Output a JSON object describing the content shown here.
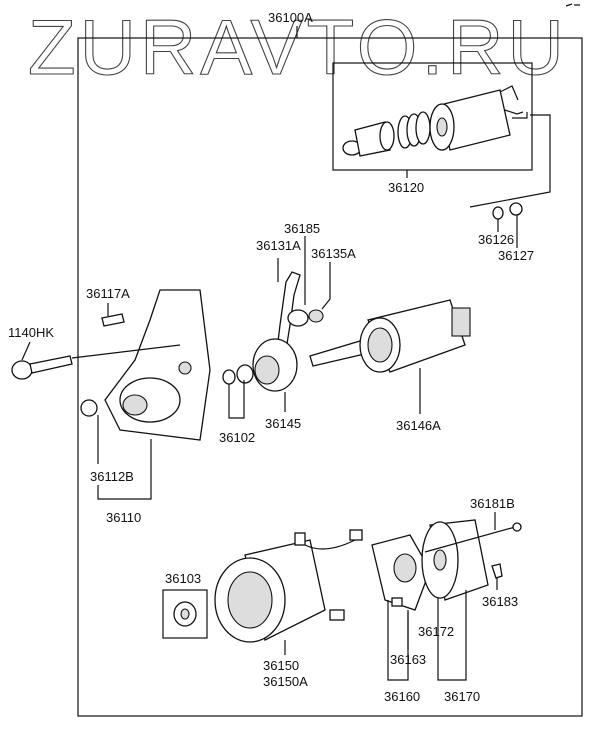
{
  "watermark": "ZURAVTO.RU",
  "assembly_label": "36100A",
  "parts": {
    "p36120": "36120",
    "p36126": "36126",
    "p36127": "36127",
    "p36185": "36185",
    "p36131A": "36131A",
    "p36135A": "36135A",
    "p36117A": "36117A",
    "p1140HK": "1140HK",
    "p36102": "36102",
    "p36145": "36145",
    "p36146A": "36146A",
    "p36112B": "36112B",
    "p36110": "36110",
    "p36181B": "36181B",
    "p36103": "36103",
    "p36183": "36183",
    "p36172": "36172",
    "p36163": "36163",
    "p36150": "36150",
    "p36150A": "36150A",
    "p36160": "36160",
    "p36170": "36170"
  }
}
